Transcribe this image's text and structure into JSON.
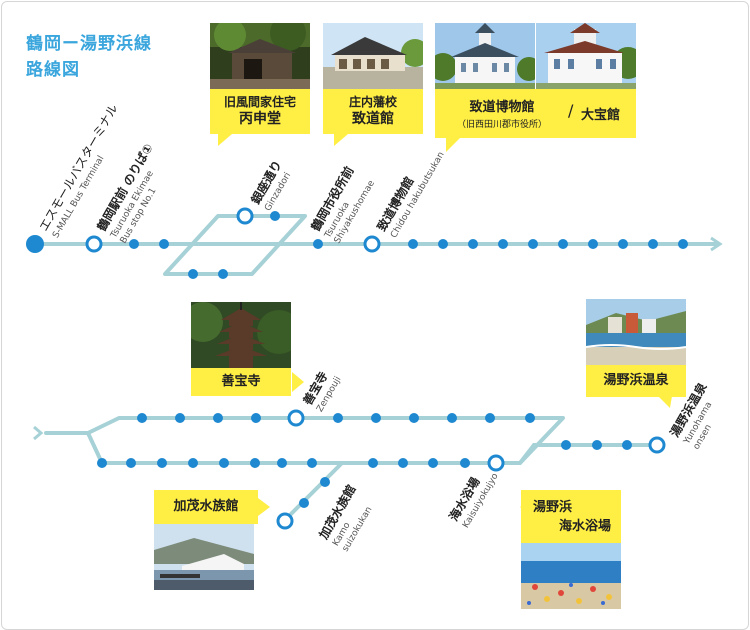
{
  "title": {
    "line1": "鶴岡ー湯野浜線",
    "line2": "路線図"
  },
  "colors": {
    "line": "#a6d1d6",
    "stop": "#1e88d0",
    "callout": "#ffee44",
    "title": "#3aa6dd"
  },
  "callouts": {
    "heikikan": {
      "line1": "旧風間家住宅",
      "line2": "丙申堂"
    },
    "shonai": {
      "line1": "庄内藩校",
      "line2": "致道館"
    },
    "chido": {
      "name": "致道博物館",
      "sub": "（旧西田川郡市役所）",
      "sep": "/",
      "other": "大宝館"
    },
    "zenpoji": {
      "label": "善宝寺"
    },
    "yunohama": {
      "label": "湯野浜温泉"
    },
    "kamo": {
      "label": "加茂水族館"
    },
    "beach": {
      "line1": "湯野浜",
      "line2": "海水浴場"
    }
  },
  "stations": {
    "small": {
      "ja": "エスモールバスターミナル",
      "en": "S-MALL Bus Terminal"
    },
    "tsuruoka": {
      "ja": "鶴岡駅前 のりば①",
      "en1": "Tsuruoka Ekimae",
      "en2": "Bus stop No.1"
    },
    "ginza": {
      "ja": "銀座通り",
      "en": "Ginzadori"
    },
    "shiyaku": {
      "ja": "鶴岡市役所前",
      "en1": "Tsuruoka",
      "en2": "Shiyakushomae"
    },
    "chido": {
      "ja": "致道博物館",
      "en": "Chidou hakubutsukan"
    },
    "zenpoji": {
      "ja": "善宝寺",
      "en": "Zenpouji"
    },
    "kamo": {
      "ja": "加茂水族館",
      "en1": "Kamo",
      "en2": "suizokukan"
    },
    "kaisui": {
      "ja": "海水浴場",
      "en": "Kaisuiyokujyo"
    },
    "yunohama": {
      "ja": "湯野浜温泉",
      "en1": "Yunohama",
      "en2": "onsen"
    }
  }
}
